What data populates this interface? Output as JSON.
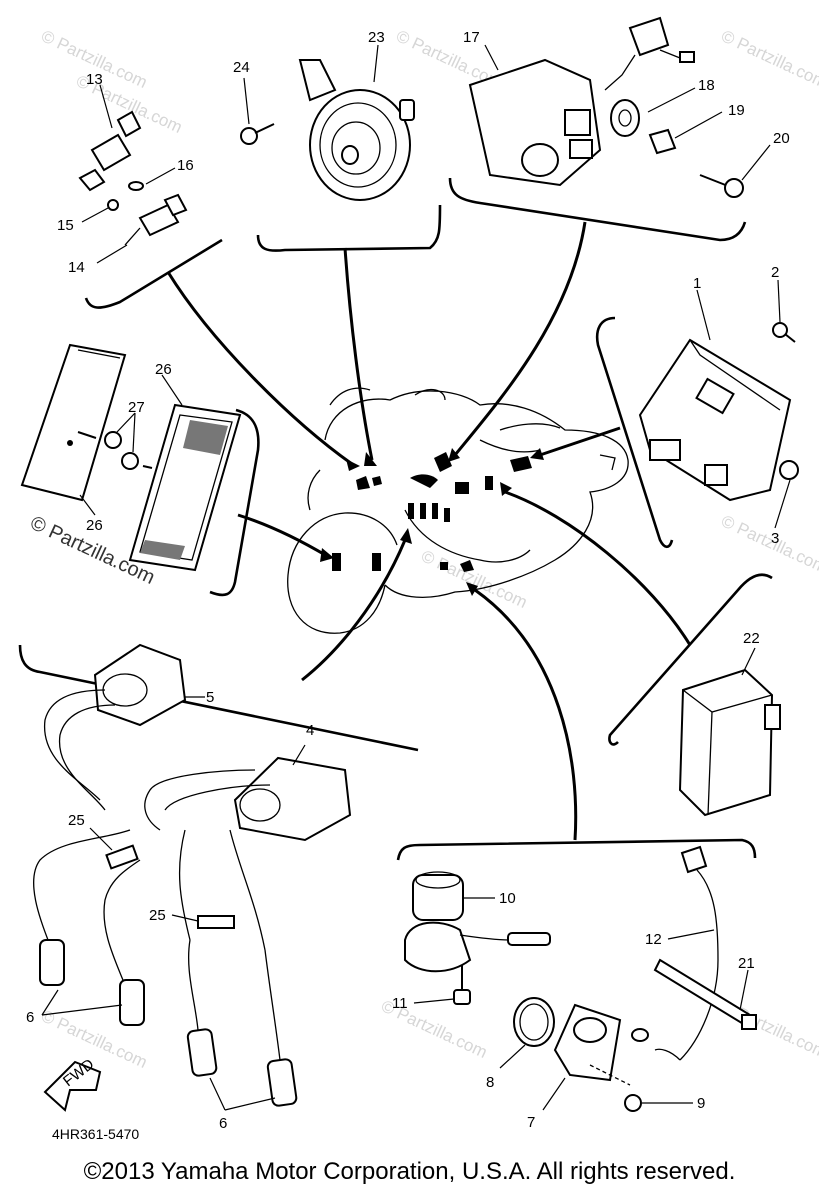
{
  "diagram": {
    "part_numbers": [
      "1",
      "2",
      "3",
      "4",
      "5",
      "6",
      "6",
      "7",
      "8",
      "9",
      "10",
      "11",
      "12",
      "13",
      "14",
      "15",
      "16",
      "17",
      "18",
      "19",
      "20",
      "21",
      "22",
      "23",
      "24",
      "25",
      "25",
      "26",
      "26",
      "27"
    ],
    "catalog_number": "4HR361-5470",
    "fwd_label": "FWD",
    "watermark_main": "© Partzilla.com",
    "watermark_faint": "© Partzilla.com",
    "copyright": "©2013 Yamaha Motor Corporation, U.S.A. All rights reserved."
  }
}
